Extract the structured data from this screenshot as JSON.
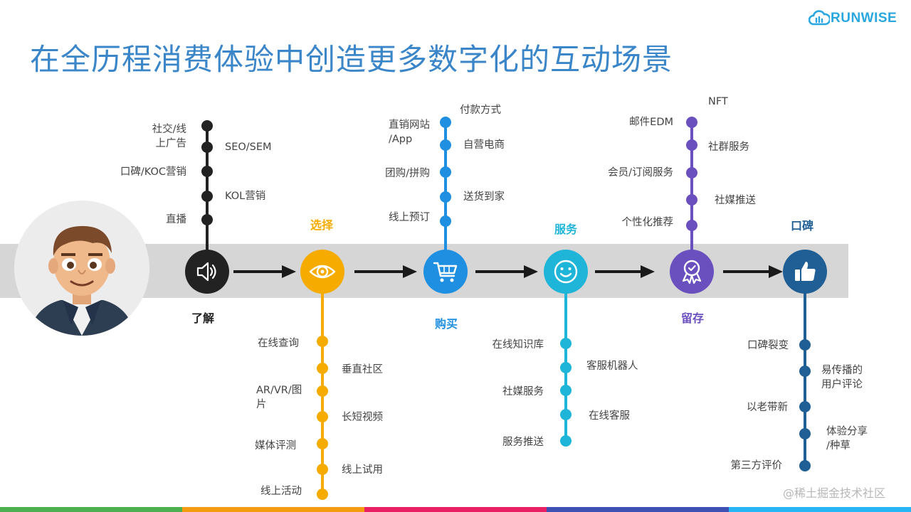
{
  "title": "在全历程消费体验中创造更多数字化的互动场景",
  "logo": {
    "text": "RUNWISE",
    "color": "#2aa7df"
  },
  "watermark": "@稀土掘金技术社区",
  "colors": {
    "band": "#d6d6d6",
    "bottom_bar": [
      "#4caf50",
      "#f39c12",
      "#e91e63",
      "#3f51b5",
      "#29b6f6"
    ]
  },
  "stages": [
    {
      "id": "understand",
      "label": "了解",
      "color": "#222222",
      "icon": "speaker-icon",
      "items": [
        {
          "text": "社交/线\n上广告",
          "side": "left"
        },
        {
          "text": "SEO/SEM",
          "side": "right"
        },
        {
          "text": "口碑/KOC营销",
          "side": "left"
        },
        {
          "text": "KOL营销",
          "side": "right"
        },
        {
          "text": "直播",
          "side": "left"
        }
      ]
    },
    {
      "id": "choose",
      "label": "选择",
      "color": "#f5ab00",
      "icon": "eye-icon",
      "items": [
        {
          "text": "在线查询",
          "side": "left"
        },
        {
          "text": "垂直社区",
          "side": "right"
        },
        {
          "text": "AR/VR/图\n片",
          "side": "left"
        },
        {
          "text": "长短视频",
          "side": "right"
        },
        {
          "text": "媒体评测",
          "side": "left"
        },
        {
          "text": "线上试用",
          "side": "right"
        },
        {
          "text": "线上活动",
          "side": "left"
        }
      ]
    },
    {
      "id": "buy",
      "label": "购买",
      "color": "#1e8fe1",
      "icon": "cart-icon",
      "items": [
        {
          "text": "付款方式",
          "side": "right"
        },
        {
          "text": "直销网站\n/App",
          "side": "left"
        },
        {
          "text": "自营电商",
          "side": "right"
        },
        {
          "text": "团购/拼购",
          "side": "left"
        },
        {
          "text": "送货到家",
          "side": "right"
        },
        {
          "text": "线上预订",
          "side": "left"
        }
      ]
    },
    {
      "id": "service",
      "label": "服务",
      "color": "#1fb5d9",
      "icon": "smile-icon",
      "items": [
        {
          "text": "在线知识库",
          "side": "left"
        },
        {
          "text": "客服机器人",
          "side": "right"
        },
        {
          "text": "社媒服务",
          "side": "left"
        },
        {
          "text": "在线客服",
          "side": "right"
        },
        {
          "text": "服务推送",
          "side": "left"
        }
      ]
    },
    {
      "id": "retain",
      "label": "留存",
      "color": "#6a4fbf",
      "icon": "award-icon",
      "items": [
        {
          "text": "NFT",
          "side": "right"
        },
        {
          "text": "邮件EDM",
          "side": "left"
        },
        {
          "text": "社群服务",
          "side": "right"
        },
        {
          "text": "会员/订阅服务",
          "side": "left"
        },
        {
          "text": "社媒推送",
          "side": "right"
        },
        {
          "text": "个性化推荐",
          "side": "left"
        }
      ]
    },
    {
      "id": "word-of-mouth",
      "label": "口碑",
      "color": "#1f5f95",
      "icon": "thumbs-up-icon",
      "items": [
        {
          "text": "口碑裂变",
          "side": "left"
        },
        {
          "text": "易传播的\n用户评论",
          "side": "right"
        },
        {
          "text": "以老带新",
          "side": "left"
        },
        {
          "text": "体验分享\n/种草",
          "side": "right"
        },
        {
          "text": "第三方评价",
          "side": "left"
        }
      ]
    }
  ]
}
